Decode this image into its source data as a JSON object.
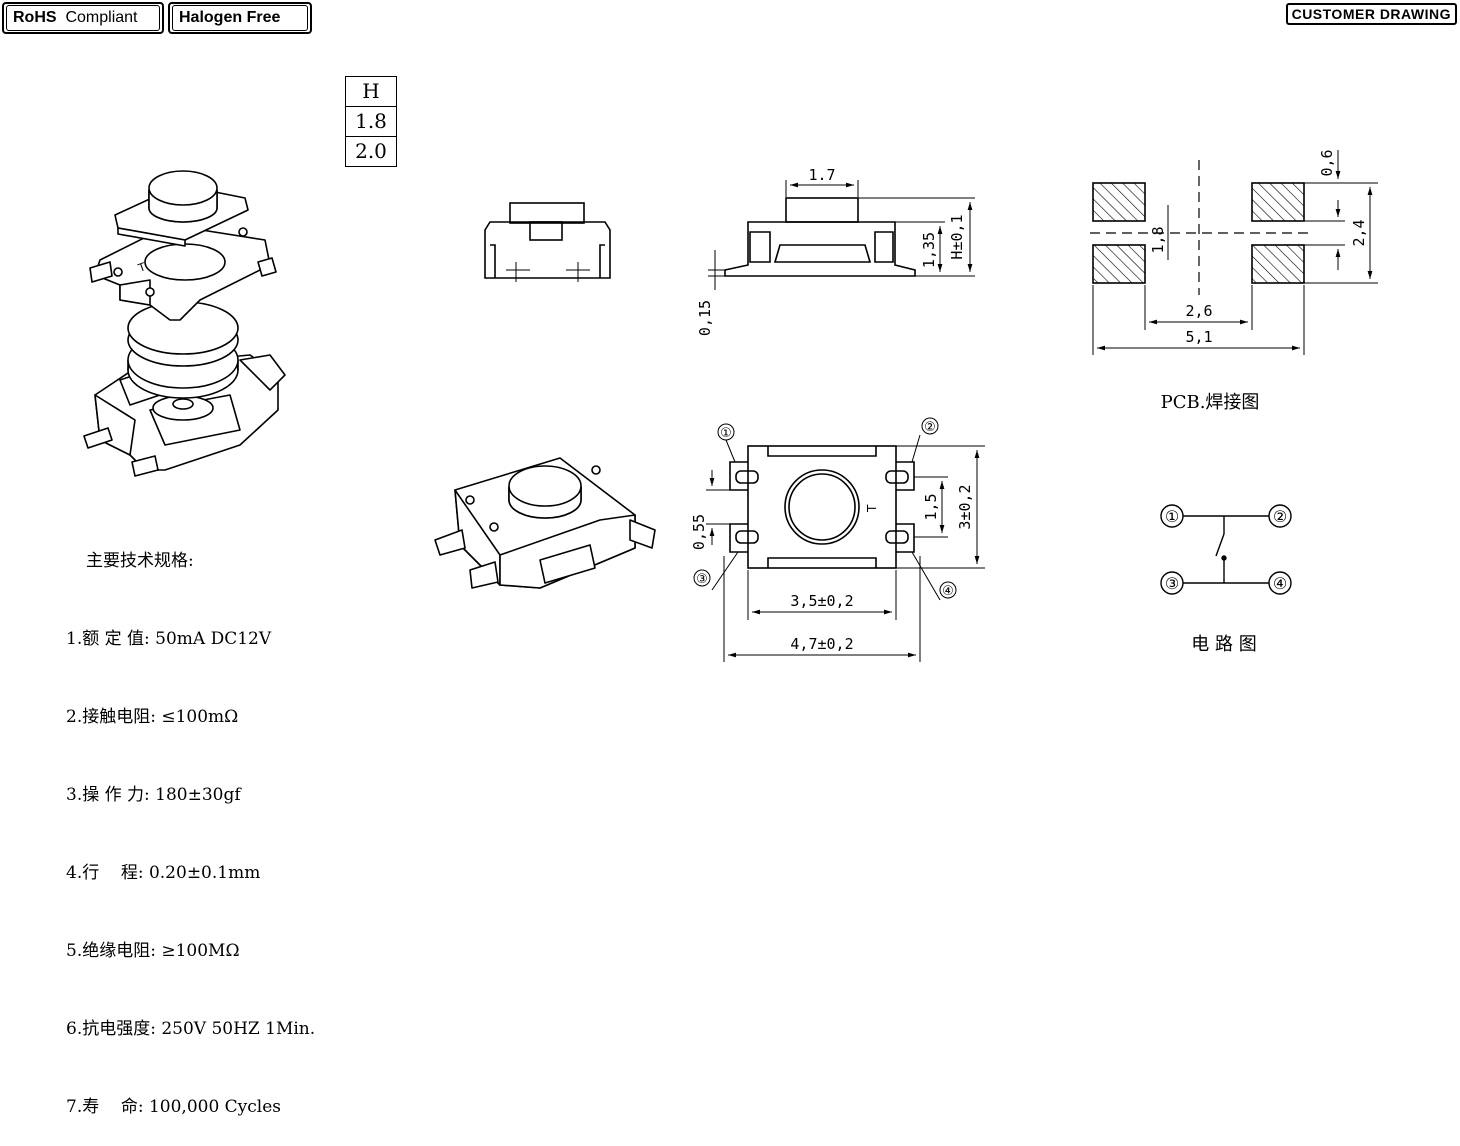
{
  "badges": {
    "rohs_bold": "RoHS",
    "rohs_rest": "Compliant",
    "halogen": "Halogen Free",
    "customer_drawing": "CUSTOMER DRAWING"
  },
  "height_table": {
    "header": "H",
    "rows": [
      "1.8",
      "2.0"
    ]
  },
  "specs": {
    "title": "主要技术规格:",
    "items": [
      "1.额 定 值: 50mA DC12V",
      "2.接触电阻: ≤100mΩ",
      "3.操 作 力: 180±30gf",
      "4.行    程: 0.20±0.1mm",
      "5.绝缘电阻: ≥100MΩ",
      "6.抗电强度: 250V 50HZ 1Min.",
      "7.寿    命: 100,000 Cycles"
    ]
  },
  "side_view": {
    "dim_top": "1.7",
    "dim_body": "1,35",
    "dim_total": "H±0,1",
    "dim_base": "0,15"
  },
  "pcb": {
    "dim_pad_h": "0,6",
    "dim_pitch_v": "1,8",
    "dim_total_v": "2,4",
    "dim_pitch_h": "2,6",
    "dim_total_h": "5,1",
    "caption": "PCB.焊接图"
  },
  "top_view": {
    "pins": [
      "①",
      "②",
      "③",
      "④"
    ],
    "dim_gap": "0,55",
    "dim_inner_v": "1,5",
    "dim_outer_v": "3±0,2",
    "dim_inner_h": "3,5±0,2",
    "dim_outer_h": "4,7±0,2",
    "marker": "T"
  },
  "circuit": {
    "pins": [
      "①",
      "②",
      "③",
      "④"
    ],
    "caption": "电 路 图"
  }
}
